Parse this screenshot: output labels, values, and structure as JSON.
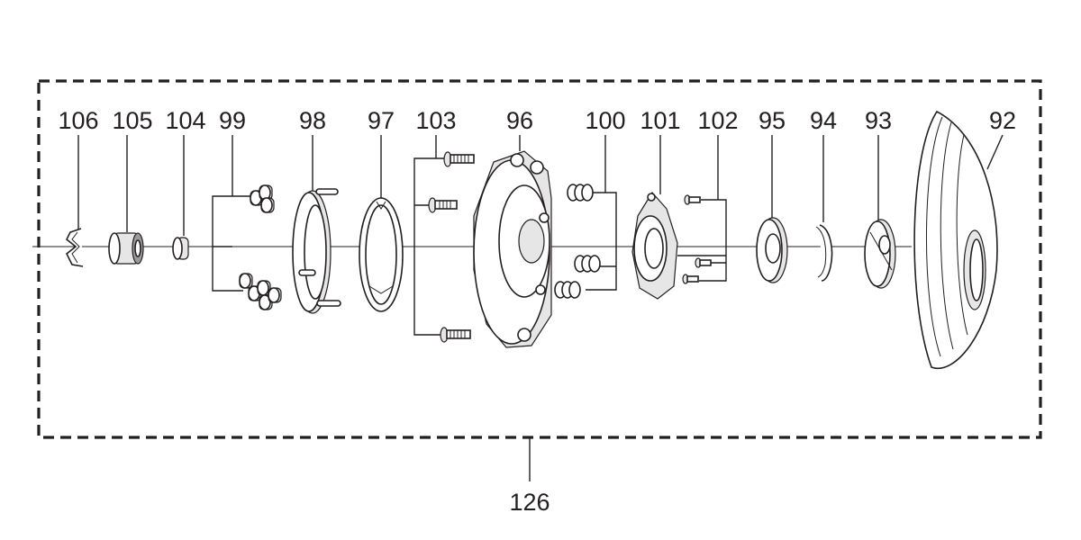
{
  "parts": [
    {
      "id": "p106",
      "label": "106"
    },
    {
      "id": "p105",
      "label": "105"
    },
    {
      "id": "p104",
      "label": "104"
    },
    {
      "id": "p99",
      "label": "99"
    },
    {
      "id": "p98",
      "label": "98"
    },
    {
      "id": "p97",
      "label": "97"
    },
    {
      "id": "p103",
      "label": "103"
    },
    {
      "id": "p96",
      "label": "96"
    },
    {
      "id": "p100",
      "label": "100"
    },
    {
      "id": "p101",
      "label": "101"
    },
    {
      "id": "p102",
      "label": "102"
    },
    {
      "id": "p95",
      "label": "95"
    },
    {
      "id": "p94",
      "label": "94"
    },
    {
      "id": "p93",
      "label": "93"
    },
    {
      "id": "p92",
      "label": "92"
    }
  ],
  "assembly": {
    "label": "126"
  },
  "colors": {
    "ink": "#231f20",
    "paper": "#ffffff"
  }
}
